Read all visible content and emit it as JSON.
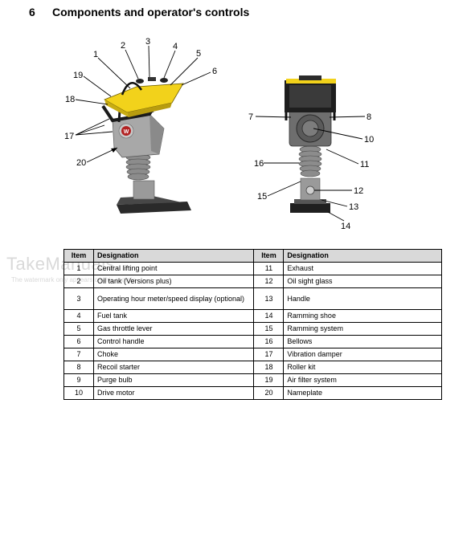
{
  "heading": {
    "number": "6",
    "title": "Components and operator's controls"
  },
  "left_callouts": [
    "1",
    "2",
    "3",
    "4",
    "5",
    "6",
    "19",
    "18",
    "17",
    "20"
  ],
  "right_callouts": [
    "7",
    "8",
    "10",
    "16",
    "11",
    "15",
    "12",
    "13",
    "14"
  ],
  "logo_text": "W",
  "watermark": {
    "logo": "TakeManuals",
    "note": "The watermark only appears on this sample"
  },
  "table": {
    "headers": [
      "Item",
      "Designation",
      "Item",
      "Designation"
    ],
    "rows": [
      [
        "1",
        "Central lifting point",
        "11",
        "Exhaust"
      ],
      [
        "2",
        "Oil tank (Versions plus)",
        "12",
        "Oil sight glass"
      ],
      [
        "3",
        "Operating hour meter/speed display (optional)",
        "13",
        "Handle"
      ],
      [
        "4",
        "Fuel tank",
        "14",
        "Ramming shoe"
      ],
      [
        "5",
        "Gas throttle lever",
        "15",
        "Ramming system"
      ],
      [
        "6",
        "Control handle",
        "16",
        "Bellows"
      ],
      [
        "7",
        "Choke",
        "17",
        "Vibration damper"
      ],
      [
        "8",
        "Recoil starter",
        "18",
        "Roller kit"
      ],
      [
        "9",
        "Purge bulb",
        "19",
        "Air filter system"
      ],
      [
        "10",
        "Drive motor",
        "20",
        "Nameplate"
      ]
    ]
  }
}
